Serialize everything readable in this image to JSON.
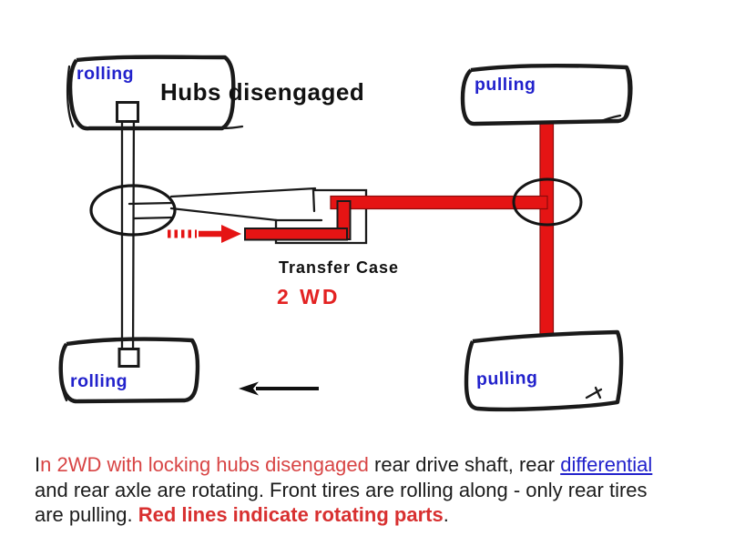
{
  "diagram": {
    "heading": "Hubs disengaged",
    "transfer_case": "Transfer Case",
    "drive_mode": "2 WD",
    "tires": {
      "front_top": "rolling",
      "front_bottom": "rolling",
      "rear_top": "pulling",
      "rear_bottom": "pulling"
    }
  },
  "caption": {
    "lead_black": "I",
    "lead_red": "n 2WD with locking hubs disengaged",
    "mid_black": " rear drive shaft, rear ",
    "link": "differential",
    "line2": "and rear axle are rotating. Front tires are rolling along - only rear tires",
    "line3_black": "are pulling. ",
    "line3_red": "Red lines indicate rotating parts",
    "line3_end": "."
  },
  "colors": {
    "rotating_red": "#e51414",
    "mode_red": "#e32222",
    "label_blue": "#2222cc",
    "link_blue": "#2222cc",
    "caption_red": "#d84545",
    "caption_red_bold": "#d83030"
  }
}
